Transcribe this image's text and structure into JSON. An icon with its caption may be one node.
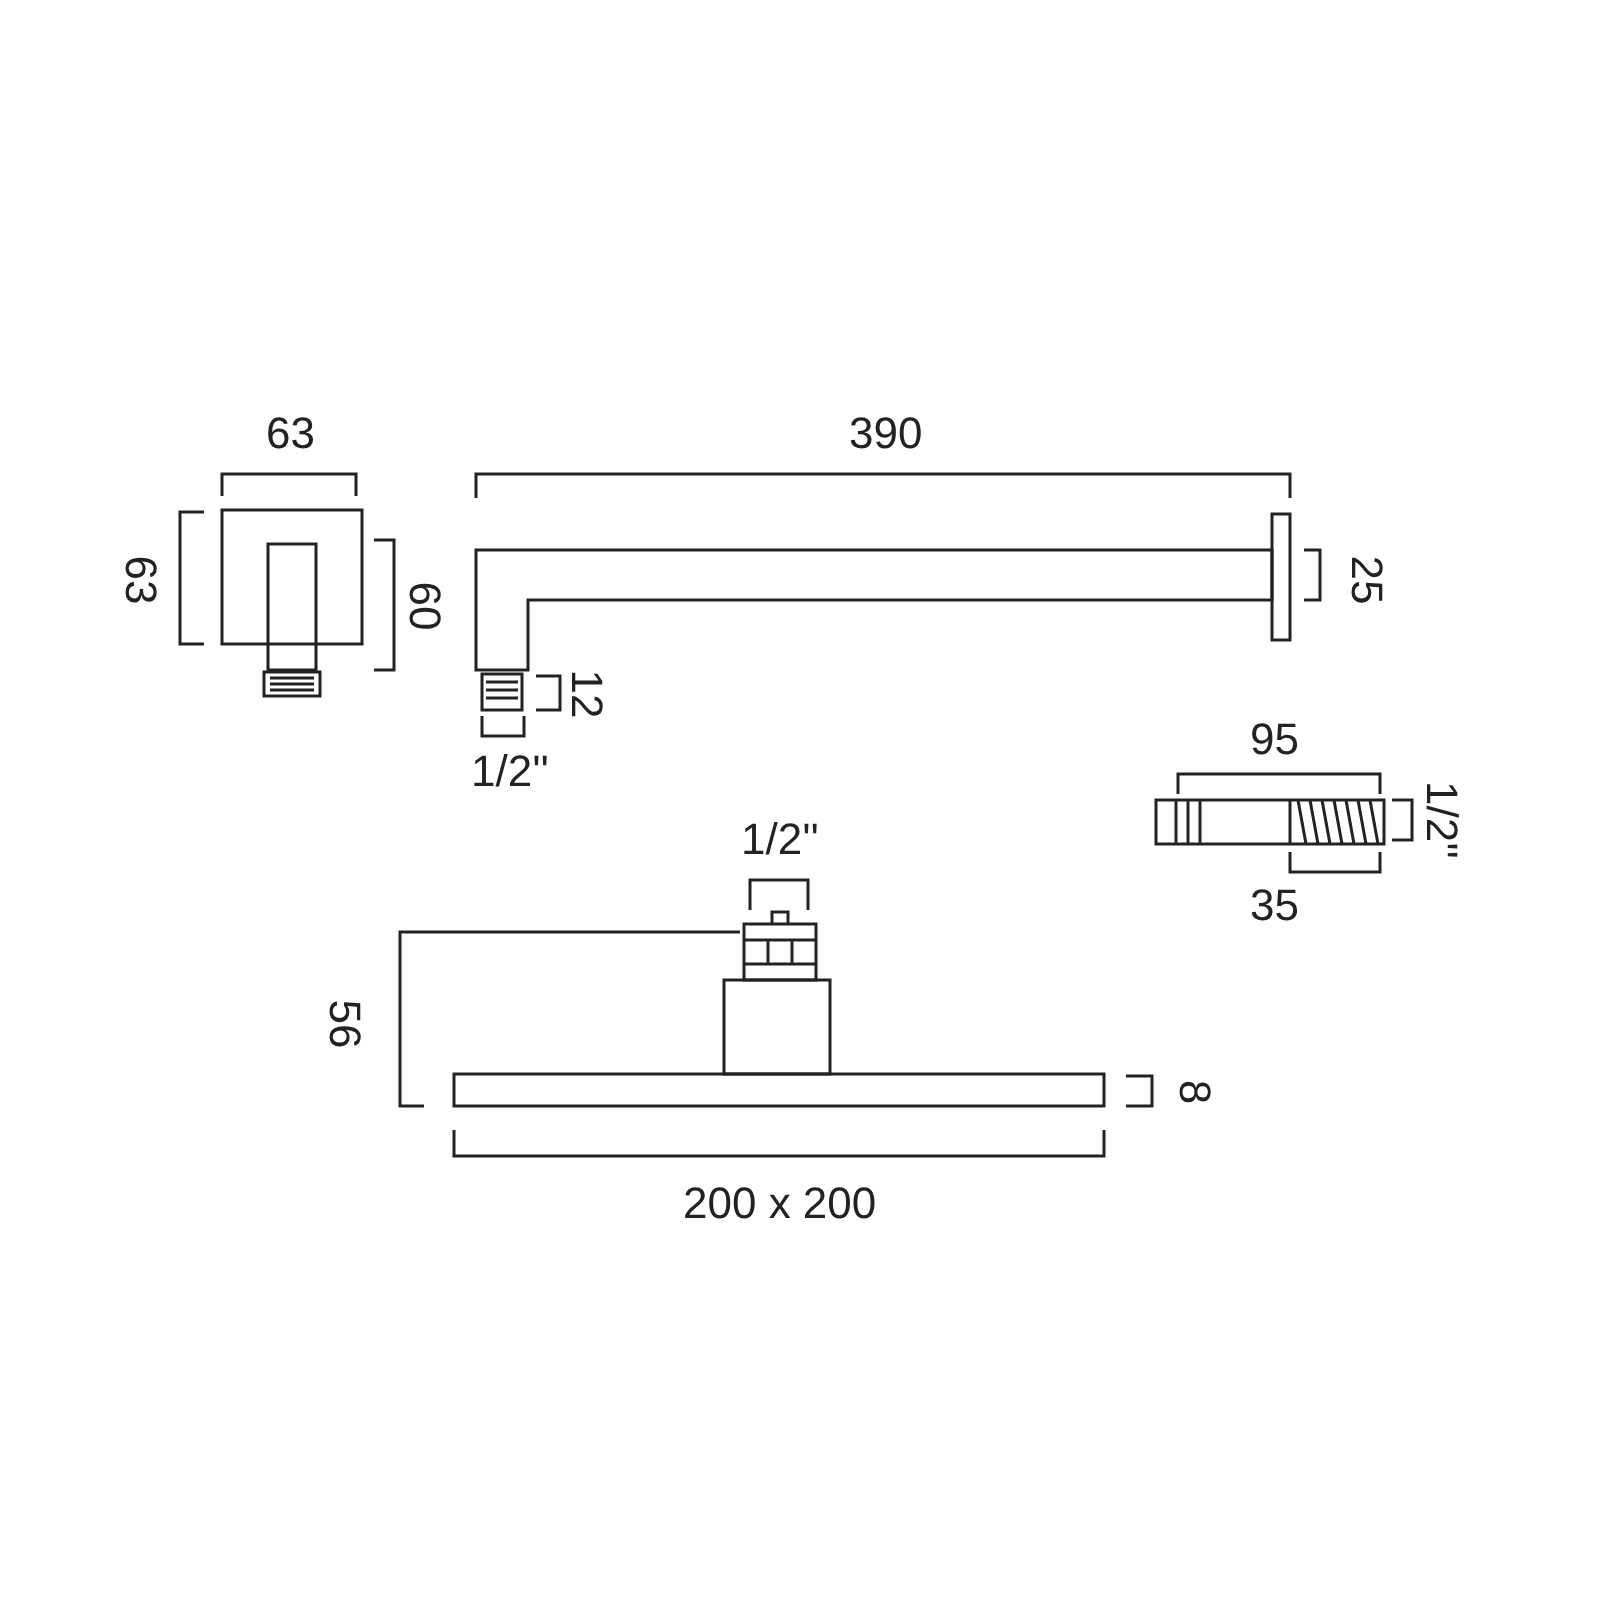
{
  "diagram": {
    "labels": [
      "63",
      "390",
      "63",
      "60",
      "25",
      "12",
      "1/2''",
      "95",
      "1/2''",
      "35",
      "1/2''",
      "56",
      "8",
      "200 x 200"
    ]
  }
}
